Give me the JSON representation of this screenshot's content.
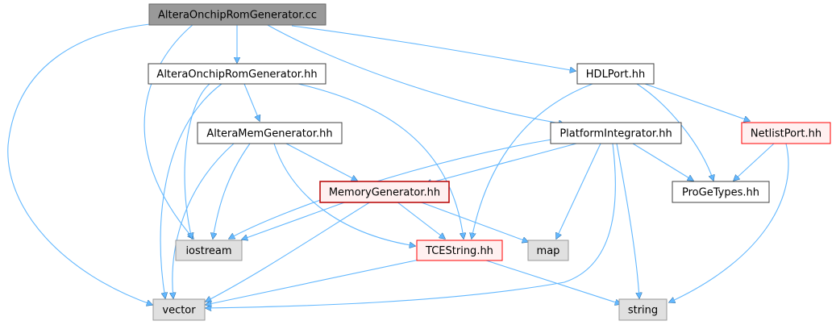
{
  "graph": {
    "nodes": [
      {
        "id": "root",
        "label": "AlteraOnchipRomGenerator.cc",
        "style": "current"
      },
      {
        "id": "rom_hh",
        "label": "AlteraOnchipRomGenerator.hh",
        "style": "normal"
      },
      {
        "id": "hdlport",
        "label": "HDLPort.hh",
        "style": "normal"
      },
      {
        "id": "memgen",
        "label": "AlteraMemGenerator.hh",
        "style": "normal"
      },
      {
        "id": "platint",
        "label": "PlatformIntegrator.hh",
        "style": "normal"
      },
      {
        "id": "netlist",
        "label": "NetlistPort.hh",
        "style": "red"
      },
      {
        "id": "memorygen",
        "label": "MemoryGenerator.hh",
        "style": "darkred"
      },
      {
        "id": "progetypes",
        "label": "ProGeTypes.hh",
        "style": "normal"
      },
      {
        "id": "iostream",
        "label": "iostream",
        "style": "external"
      },
      {
        "id": "tcestring",
        "label": "TCEString.hh",
        "style": "red"
      },
      {
        "id": "map",
        "label": "map",
        "style": "external"
      },
      {
        "id": "vector",
        "label": "vector",
        "style": "external"
      },
      {
        "id": "string",
        "label": "string",
        "style": "external"
      }
    ],
    "colors": {
      "edge": "#63b8ff",
      "edge_dark": "#1f5f95",
      "current_fill": "#999999",
      "normal_border": "#404040",
      "red_border": "#ff0000",
      "red_fill": "#fff0f0",
      "darkred_border": "#b70000",
      "external_fill": "#e0e0e0",
      "external_border": "#999999"
    }
  }
}
